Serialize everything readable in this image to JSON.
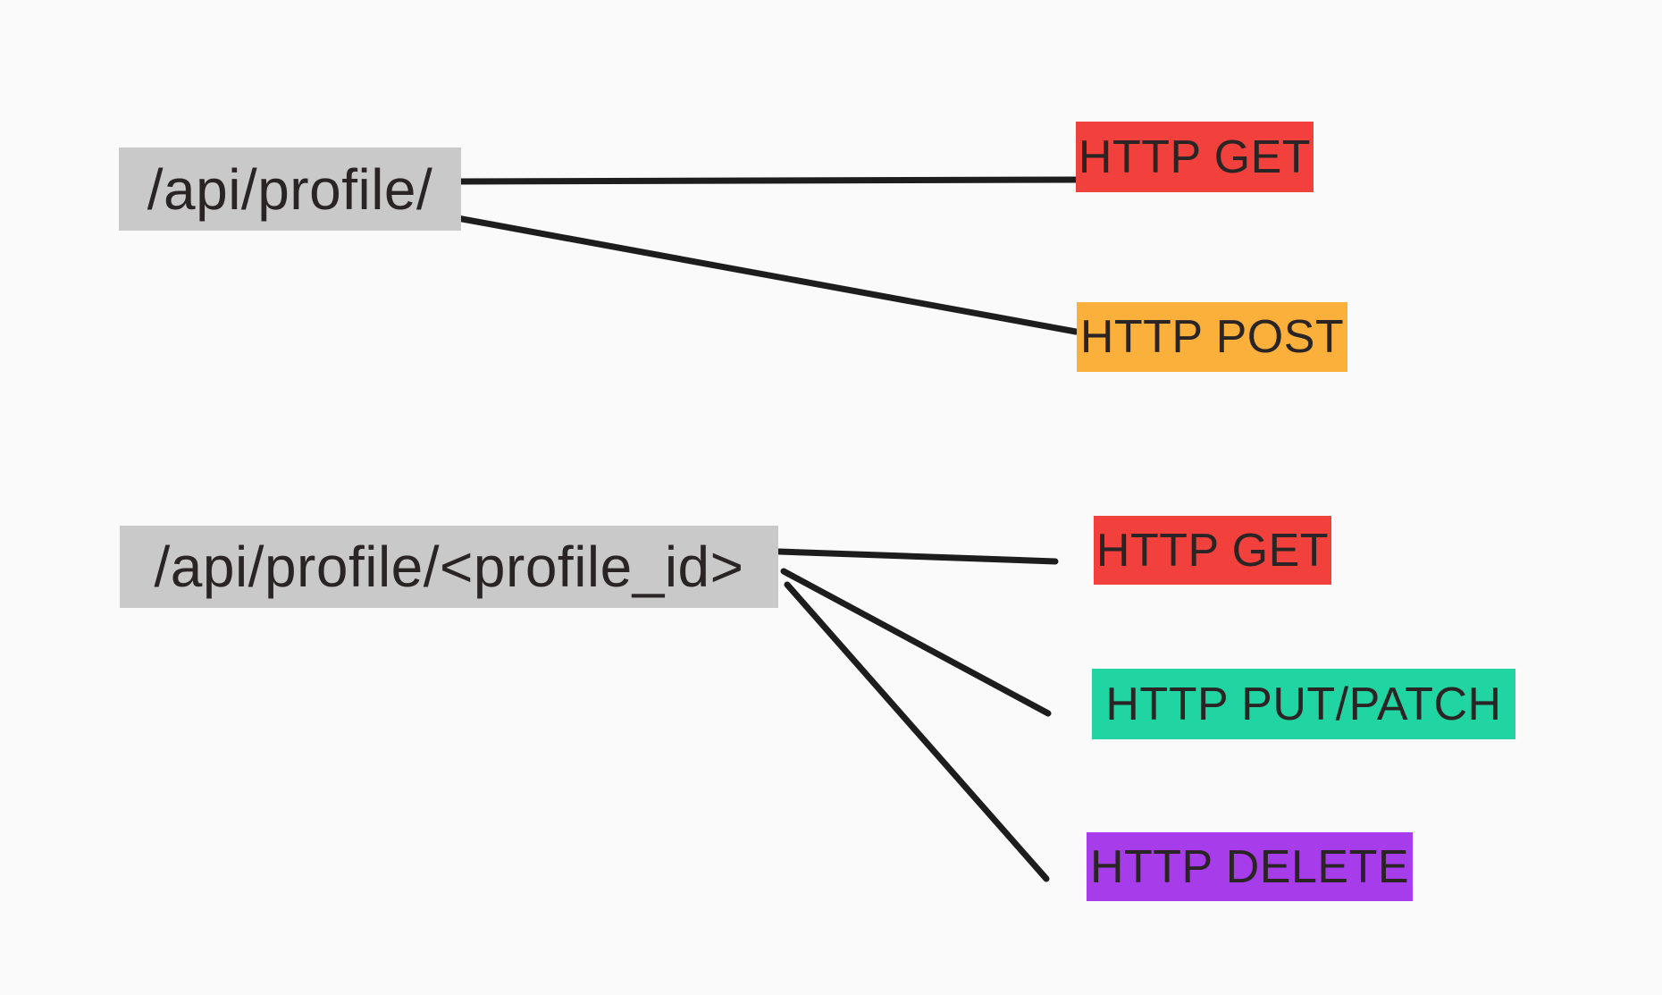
{
  "diagram": {
    "background_color": "#fafafa",
    "edge_color": "#1d1d1d",
    "endpoint_color": "#c9c9c9",
    "method_colors": {
      "get": "#f2413c",
      "post": "#fbb03c",
      "put_patch": "#20d5a1",
      "delete": "#a73cea"
    },
    "nodes": {
      "endpoint_collection": {
        "label": "/api/profile/",
        "color": "#c9c9c9"
      },
      "collection_get": {
        "label": "HTTP GET",
        "color": "#f2413c"
      },
      "collection_post": {
        "label": "HTTP POST",
        "color": "#fbb03c"
      },
      "endpoint_detail": {
        "label": "/api/profile/<profile_id>",
        "color": "#c9c9c9"
      },
      "detail_get": {
        "label": "HTTP GET",
        "color": "#f2413c"
      },
      "detail_put_patch": {
        "label": "HTTP PUT/PATCH",
        "color": "#20d5a1"
      },
      "detail_delete": {
        "label": "HTTP DELETE",
        "color": "#a73cea"
      }
    },
    "edges": [
      {
        "from": "/api/profile/",
        "to": "HTTP GET"
      },
      {
        "from": "/api/profile/",
        "to": "HTTP POST"
      },
      {
        "from": "/api/profile/<profile_id>",
        "to": "HTTP GET"
      },
      {
        "from": "/api/profile/<profile_id>",
        "to": "HTTP PUT/PATCH"
      },
      {
        "from": "/api/profile/<profile_id>",
        "to": "HTTP DELETE"
      }
    ]
  }
}
